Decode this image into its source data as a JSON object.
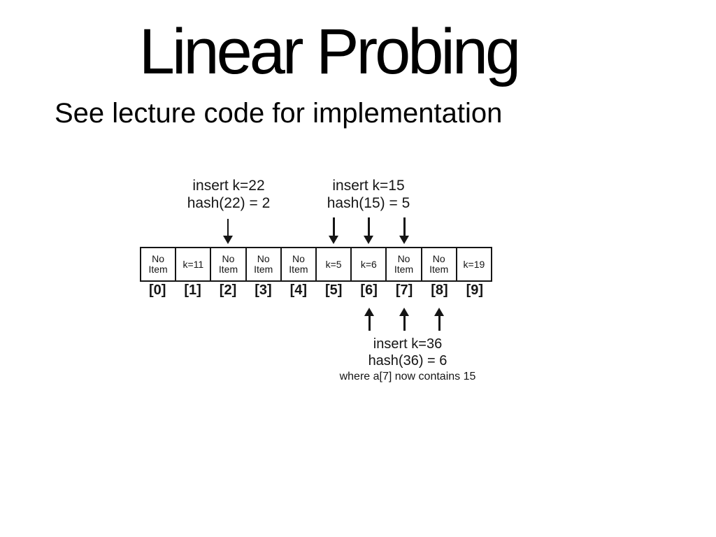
{
  "slide": {
    "title": "Linear Probing",
    "subtitle": "See lecture code for implementation"
  },
  "diagram": {
    "top_annotations": [
      {
        "line1": "insert k=22",
        "line2": "hash(22) = 2",
        "arrow_cells": [
          2
        ]
      },
      {
        "line1": "insert k=15",
        "line2": "hash(15) = 5",
        "arrow_cells": [
          5,
          6,
          7
        ]
      }
    ],
    "table": {
      "cells": [
        {
          "value": "No Item",
          "index": "[0]"
        },
        {
          "value": "k=11",
          "index": "[1]"
        },
        {
          "value": "No Item",
          "index": "[2]"
        },
        {
          "value": "No Item",
          "index": "[3]"
        },
        {
          "value": "No Item",
          "index": "[4]"
        },
        {
          "value": "k=5",
          "index": "[5]"
        },
        {
          "value": "k=6",
          "index": "[6]"
        },
        {
          "value": "No Item",
          "index": "[7]"
        },
        {
          "value": "No Item",
          "index": "[8]"
        },
        {
          "value": "k=19",
          "index": "[9]"
        }
      ]
    },
    "bottom_annotation": {
      "line1": "insert k=36",
      "line2": "hash(36) = 6",
      "line3": "where a[7] now contains 15",
      "arrow_cells": [
        6,
        7,
        8
      ]
    }
  },
  "colors": {
    "background": "#ffffff",
    "text": "#000000",
    "diagram_ink": "#151515"
  }
}
